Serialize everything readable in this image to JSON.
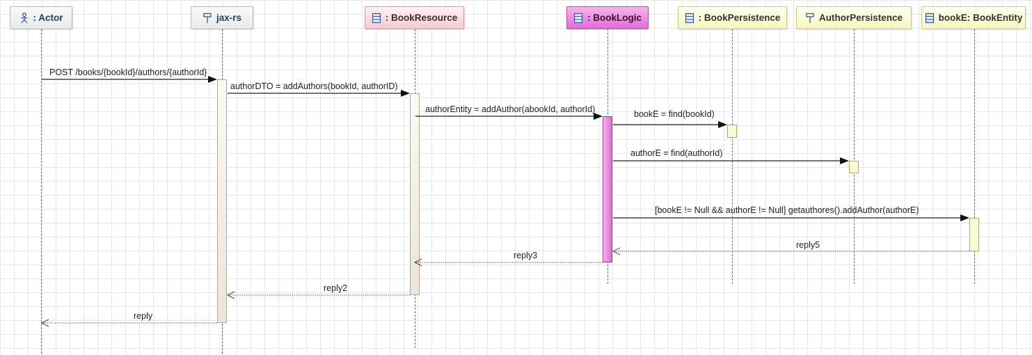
{
  "participants": [
    {
      "label": ": Actor",
      "icon": "actor-icon"
    },
    {
      "label": "jax-rs",
      "icon": "component-icon"
    },
    {
      "label": ": BookResource",
      "icon": "class-icon"
    },
    {
      "label": ": BookLogic",
      "icon": "class-icon"
    },
    {
      "label": ": BookPersistence",
      "icon": "class-icon"
    },
    {
      "label": "AuthorPersistence",
      "icon": "component-icon"
    },
    {
      "label": "bookE: BookEntity",
      "icon": "class-icon"
    }
  ],
  "messages": [
    {
      "label": "POST /books/{bookId}/authors/{authorId}",
      "kind": "call"
    },
    {
      "label": "authorDTO = addAuthors(bookId, authorID)",
      "kind": "call"
    },
    {
      "label": "authorEntity = addAuthor(abookId, authorId)",
      "kind": "call"
    },
    {
      "label": "bookE = find(bookId)",
      "kind": "call"
    },
    {
      "label": "authorE = find(authorId)",
      "kind": "call"
    },
    {
      "label": "[bookE != Null && authorE != Null] getauthores().addAuthor(authorE)",
      "kind": "call"
    },
    {
      "label": "reply5",
      "kind": "reply"
    },
    {
      "label": "reply3",
      "kind": "reply"
    },
    {
      "label": "reply2",
      "kind": "reply"
    },
    {
      "label": "reply",
      "kind": "reply"
    }
  ],
  "colors": {
    "line": "#222222",
    "reply_line": "#555555",
    "grid": "#e6e6e6",
    "header_text": "#1f3f6e"
  }
}
